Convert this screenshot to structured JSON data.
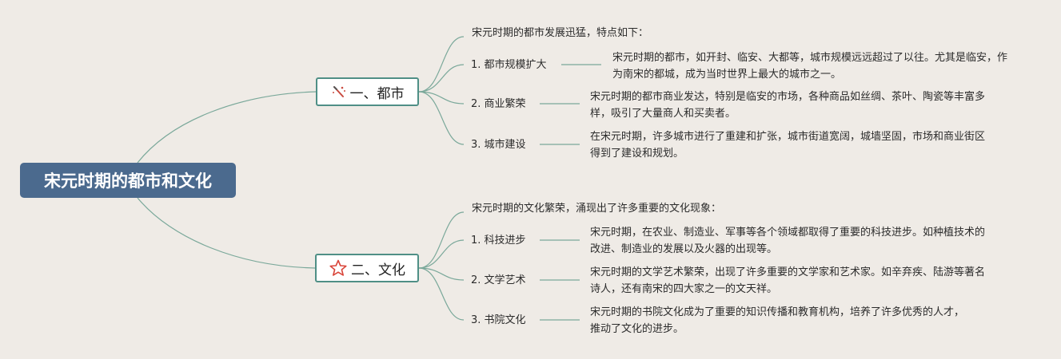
{
  "root": {
    "title": "宋元时期的都市和文化"
  },
  "branches": [
    {
      "label": "一、都市",
      "icon": "magic-wand-icon",
      "intro": "宋元时期的都市发展迅猛，特点如下：",
      "items": [
        {
          "title": "1. 都市规模扩大",
          "desc": "宋元时期的都市，如开封、临安、大都等，城市规模远远超过了以往。尤其是临安，作为南宋的都城，成为当时世界上最大的城市之一。"
        },
        {
          "title": "2. 商业繁荣",
          "desc": "宋元时期的都市商业发达，特别是临安的市场，各种商品如丝绸、茶叶、陶瓷等丰富多样，吸引了大量商人和买卖者。"
        },
        {
          "title": "3. 城市建设",
          "desc": "在宋元时期，许多城市进行了重建和扩张，城市街道宽阔，城墙坚固，市场和商业街区得到了建设和规划。"
        }
      ]
    },
    {
      "label": "二、文化",
      "icon": "star-icon",
      "intro": "宋元时期的文化繁荣，涌现出了许多重要的文化现象：",
      "items": [
        {
          "title": "1. 科技进步",
          "desc": "宋元时期，在农业、制造业、军事等各个领域都取得了重要的科技进步。如种植技术的改进、制造业的发展以及火器的出现等。"
        },
        {
          "title": "2. 文学艺术",
          "desc": "宋元时期的文学艺术繁荣，出现了许多重要的文学家和艺术家。如辛弃疾、陆游等著名诗人，还有南宋的四大家之一的文天祥。"
        },
        {
          "title": "3. 书院文化",
          "desc": "宋元时期的书院文化成为了重要的知识传播和教育机构，培养了许多优秀的人才，推动了文化的进步。"
        }
      ]
    }
  ],
  "colors": {
    "background": "#efebe6",
    "root": "#4b6a8e",
    "connector": "#7aa89a",
    "branch_border": "#4f8f86",
    "star": "#d9453a"
  }
}
